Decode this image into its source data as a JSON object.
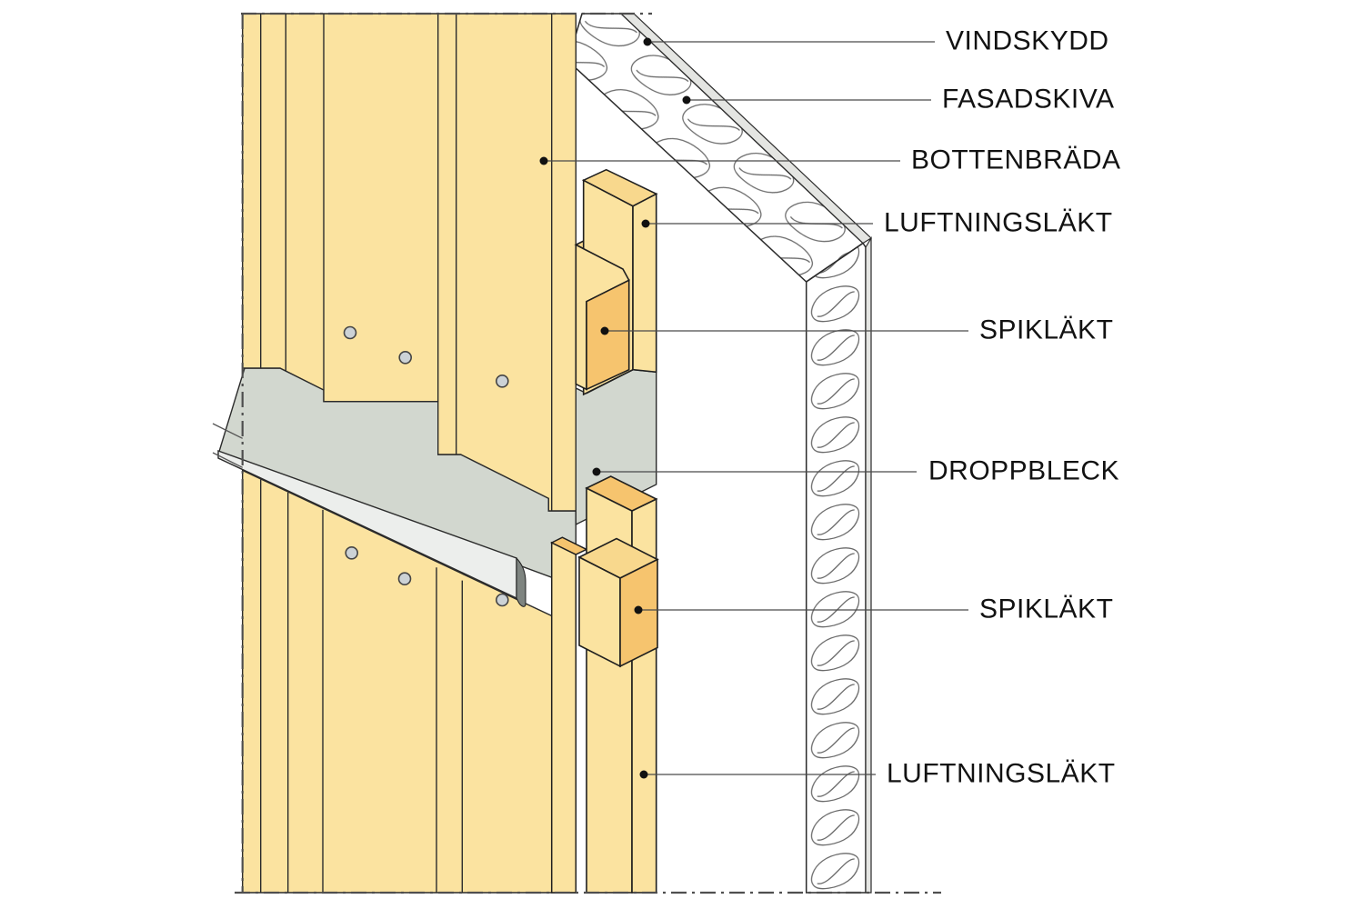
{
  "diagram": {
    "description": "Swedish facade construction detail, isometric section",
    "labels": [
      {
        "id": "vindskydd",
        "text": "VINDSKYDD"
      },
      {
        "id": "fasadskiva",
        "text": "FASADSKIVA"
      },
      {
        "id": "bottenbrada",
        "text": "BOTTENBRÄDA"
      },
      {
        "id": "luftningslakt-upper",
        "text": "LUFTNINGSLÄKT"
      },
      {
        "id": "spiklakt-upper",
        "text": "SPIKLÄKT"
      },
      {
        "id": "droppbleck",
        "text": "DROPPBLECK"
      },
      {
        "id": "spiklakt-lower",
        "text": "SPIKLÄKT"
      },
      {
        "id": "luftningslakt-lower",
        "text": "LUFTNINGSLÄKT"
      }
    ],
    "colors": {
      "wood_face": "#fbe3a0",
      "wood_top": "#f8d88d",
      "wood_end_grain": "#f6c46e",
      "flashing_top": "#d2d7cf",
      "flashing_fascia": "#eceeec",
      "flashing_lip": "#7e8480",
      "wind_barrier": "#e4e5e2",
      "outline": "#1f1f1f",
      "hatch_stroke": "#6a6a6a",
      "leader_line": "#4a4a4a"
    }
  }
}
